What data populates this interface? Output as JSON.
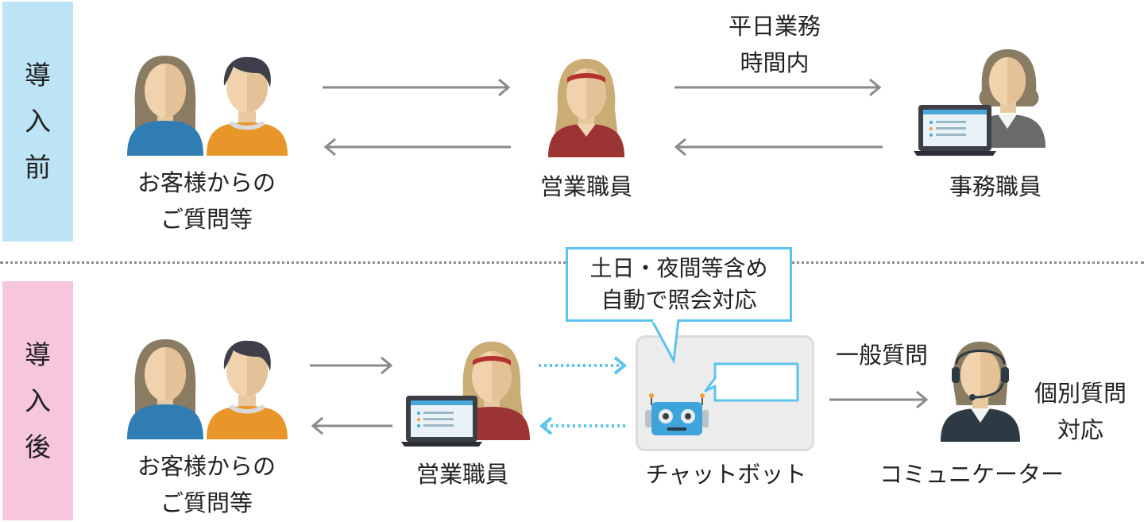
{
  "before": {
    "band_label": [
      "導",
      "入",
      "前"
    ],
    "customers_label": [
      "お客様からの",
      "ご質問等"
    ],
    "sales_label": "営業職員",
    "office_label": "事務職員",
    "arrow_note": [
      "平日業務",
      "時間内"
    ]
  },
  "after": {
    "band_label": [
      "導",
      "入",
      "後"
    ],
    "customers_label": [
      "お客様からの",
      "ご質問等"
    ],
    "sales_label": "営業職員",
    "bubble_text": [
      "土日・夜間等含め",
      "自動で照会対応"
    ],
    "chatbot_label": "チャットボット",
    "general_question": "一般質問",
    "individual_note": [
      "個別質問",
      "対応"
    ],
    "communicator_label": "コミュニケーター"
  },
  "colors": {
    "before_band": "#bde3f6",
    "after_band": "#f6c6dc",
    "arrow_gray": "#8a8a8a",
    "dotted_arrow": "#5cc3ee",
    "bubble_border": "#5cc3ee",
    "customer_female_shirt": "#2f7db3",
    "customer_male_shirt": "#e8962a",
    "sales_shirt": "#9c3434",
    "office_shirt": "#6a6a6a",
    "communicator_shirt": "#2d3a44",
    "robot_blue": "#3fa3dc"
  },
  "icons": [
    "female-customer-icon",
    "male-customer-icon",
    "sales-staff-icon",
    "office-staff-icon",
    "laptop-icon",
    "robot-icon",
    "chat-window-icon",
    "headset-operator-icon"
  ]
}
